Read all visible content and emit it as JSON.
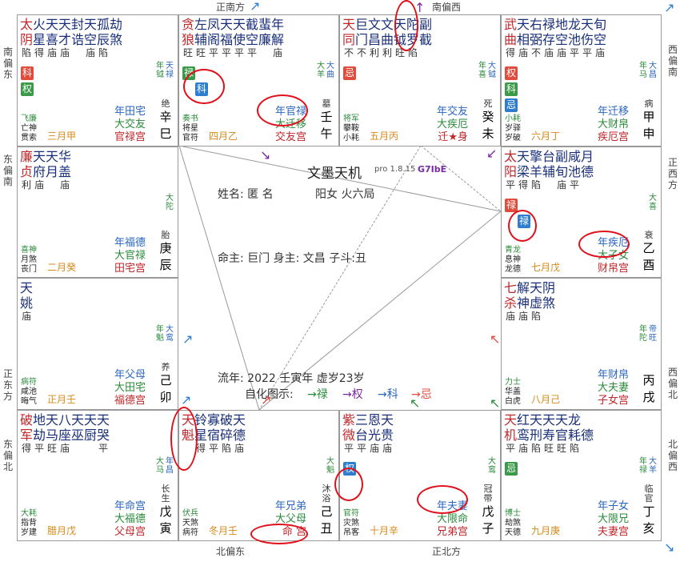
{
  "app": {
    "title": "文墨天机",
    "version": "pro 1.8.15",
    "code": "G7IbE"
  },
  "directions": {
    "top_left": "正南方",
    "top_right": "南偏西",
    "left_top": "南偏东",
    "left_upper": "东偏南",
    "left_mid": "正东方",
    "left_low": "东偏北",
    "right_top": "西偏南",
    "right_upper": "正西方",
    "right_mid": "西偏北",
    "right_low": "北偏西",
    "bottom_left": "北偏东",
    "bottom_right": "正北方"
  },
  "center": {
    "name": "姓名: 匿 名",
    "gender": "阳女 火六局",
    "life": "命主: 巨门 身主: 文昌 子斗:丑",
    "flow_year": "流年: 2022 壬寅年  虚岁23岁",
    "legend_label": "自化图示:",
    "legend_lu": "→禄",
    "legend_quan": "→权",
    "legend_ke": "→科",
    "legend_ji": "→忌"
  },
  "palaces": [
    {
      "id": "si",
      "rows": [
        [
          "太",
          "火",
          "天",
          "天",
          "封",
          "天",
          "孤",
          "劫"
        ],
        [
          "阴",
          "星",
          "喜",
          "才",
          "诰",
          "空",
          "辰",
          "煞"
        ],
        [
          "陷",
          "得",
          "庙",
          "庙",
          "",
          "庙",
          "陷",
          ""
        ]
      ],
      "red_cols": [
        0
      ],
      "small_side": [
        "年",
        "钺"
      ],
      "small_side2": [
        "天",
        "禄"
      ],
      "bl": [
        "飞廉",
        "亡神",
        "贯索"
      ],
      "age": "三月甲",
      "br": [
        "年田宅",
        "大交友",
        "官禄宫"
      ],
      "stem": [
        "绝",
        "辛",
        "巳"
      ],
      "badges": [
        [
          "科",
          "red"
        ],
        [
          "权",
          "green"
        ]
      ]
    },
    {
      "id": "wu",
      "rows": [
        [
          "贪",
          "左",
          "凤",
          "天",
          "天",
          "截",
          "蜚",
          "年"
        ],
        [
          "狼",
          "辅",
          "阁",
          "福",
          "使",
          "空",
          "廉",
          "解"
        ],
        [
          "旺",
          "旺",
          "平",
          "平",
          "平",
          "平",
          "",
          "庙"
        ]
      ],
      "red_cols": [
        0
      ],
      "small_side": [
        "大",
        "羊"
      ],
      "small_side2": [
        "大",
        "曲"
      ],
      "bl": [
        "奏书",
        "将星",
        "官符"
      ],
      "age": "四月乙",
      "br": [
        "年官禄",
        "大迁移",
        "交友宫"
      ],
      "stem": [
        "墓",
        "壬",
        "午"
      ],
      "badges": [
        [
          "禄",
          "green"
        ],
        [
          "科",
          "blue"
        ]
      ]
    },
    {
      "id": "wei",
      "rows": [
        [
          "天",
          "巨",
          "文",
          "文",
          "天",
          "陀",
          "副",
          ""
        ],
        [
          "同",
          "门",
          "昌",
          "曲",
          "钺",
          "罗",
          "截",
          ""
        ],
        [
          "不",
          "不",
          "利",
          "利",
          "旺",
          "陷",
          "",
          ""
        ]
      ],
      "red_cols": [
        0
      ],
      "small_side": [
        "年",
        "喜"
      ],
      "small_side2": [
        "大",
        "钺"
      ],
      "bl": [
        "将军",
        "攀鞍",
        "小耗"
      ],
      "age": "五月丙",
      "br": [
        "年交友",
        "大疾厄",
        "迁★身"
      ],
      "stem": [
        "死",
        "癸",
        "未"
      ],
      "badges": [
        [
          "忌",
          "red"
        ]
      ]
    },
    {
      "id": "shen",
      "rows": [
        [
          "武",
          "天",
          "右",
          "禄",
          "地",
          "龙",
          "天",
          "旬"
        ],
        [
          "曲",
          "相",
          "弼",
          "存",
          "空",
          "池",
          "伤",
          "空"
        ],
        [
          "得",
          "庙",
          "不",
          "庙",
          "庙",
          "平",
          "平",
          "庙"
        ]
      ],
      "red_cols": [
        0
      ],
      "small_side": [
        "年",
        "马"
      ],
      "small_side2": [
        "大",
        "昌"
      ],
      "bl": [
        "小耗",
        "岁驿",
        "岁破"
      ],
      "age": "六月丁",
      "br": [
        "年迁移",
        "大财帛",
        "疾厄宫"
      ],
      "stem": [
        "病",
        "甲",
        "申"
      ],
      "badges": [
        [
          "权",
          "red"
        ],
        [
          "科",
          "green"
        ],
        [
          "忌",
          "blue"
        ]
      ]
    },
    {
      "id": "chen",
      "rows": [
        [
          "廉",
          "天",
          "天",
          "华"
        ],
        [
          "贞",
          "府",
          "月",
          "盖"
        ],
        [
          "利",
          "庙",
          "",
          "庙"
        ]
      ],
      "red_cols": [
        0
      ],
      "small_side": [
        "大",
        "陀"
      ],
      "small_side2": [],
      "bl": [
        "喜神",
        "月煞",
        "丧门"
      ],
      "age": "二月癸",
      "br": [
        "年福德",
        "大官禄",
        "田宅宫"
      ],
      "stem": [
        "胎",
        "庚",
        "辰"
      ],
      "badges": []
    },
    {
      "id": "you",
      "rows": [
        [
          "太",
          "天",
          "擎",
          "台",
          "副",
          "咸",
          "月"
        ],
        [
          "阳",
          "梁",
          "羊",
          "辅",
          "旬",
          "池",
          "德"
        ],
        [
          "平",
          "得",
          "陷",
          "",
          "庙",
          "平",
          ""
        ]
      ],
      "red_cols": [
        0
      ],
      "small_side": [
        "大",
        "喜"
      ],
      "small_side2": [],
      "bl": [
        "青龙",
        "息神",
        "龙德"
      ],
      "age": "七月戊",
      "br": [
        "年疾厄",
        "大子女",
        "财帛宫"
      ],
      "stem": [
        "衰",
        "乙",
        "酉"
      ],
      "badges": [
        [
          "禄",
          "red"
        ],
        [
          "禄",
          "blue"
        ]
      ]
    },
    {
      "id": "mao",
      "rows": [
        [
          "天"
        ],
        [
          "姚"
        ],
        [
          "庙"
        ]
      ],
      "red_cols": [],
      "small_side": [
        "年",
        "魁"
      ],
      "small_side2": [
        "大",
        "鸾"
      ],
      "bl": [
        "病符",
        "咸池",
        "晦气"
      ],
      "age": "正月壬",
      "br": [
        "年父母",
        "大田宅",
        "福德宫"
      ],
      "stem": [
        "养",
        "己",
        "卯"
      ],
      "badges": []
    },
    {
      "id": "xu",
      "rows": [
        [
          "七",
          "解",
          "天",
          "阴"
        ],
        [
          "杀",
          "神",
          "虚",
          "煞"
        ],
        [
          "庙",
          "庙",
          "陷",
          ""
        ]
      ],
      "red_cols": [
        0
      ],
      "small_side": [
        "年",
        "陀"
      ],
      "small_side2": [
        "帝",
        "旺"
      ],
      "bl": [
        "力士",
        "华盖",
        "白虎"
      ],
      "age": "八月己",
      "br": [
        "年财帛",
        "大夫妻",
        "子女宫"
      ],
      "stem": [
        "",
        "丙",
        "戌"
      ],
      "badges": []
    },
    {
      "id": "yin",
      "rows": [
        [
          "破",
          "地",
          "天",
          "八",
          "天",
          "天",
          "天"
        ],
        [
          "军",
          "劫",
          "马",
          "座",
          "巫",
          "厨",
          "哭"
        ],
        [
          "得",
          "平",
          "旺",
          "庙",
          "",
          "",
          "平"
        ]
      ],
      "red_cols": [
        0
      ],
      "small_side": [
        "大",
        "马"
      ],
      "small_side2": [
        "年",
        "昌"
      ],
      "bl": [
        "大耗",
        "指背",
        "岁建"
      ],
      "age": "腊月戊",
      "br": [
        "年命宫",
        "大福德",
        "父母宫"
      ],
      "stem": [
        "长生",
        "戊",
        "寅"
      ],
      "badges": []
    },
    {
      "id": "chou",
      "rows": [
        [
          "天",
          "铃",
          "寡",
          "破",
          "天"
        ],
        [
          "魁",
          "星",
          "宿",
          "碎",
          "德"
        ],
        [
          "",
          "得",
          "平",
          "陷",
          "庙"
        ]
      ],
      "red_cols": [
        0
      ],
      "small_side": [
        "大",
        "魁"
      ],
      "small_side2": [],
      "bl": [
        "伏兵",
        "天煞",
        "病符"
      ],
      "age": "冬月壬",
      "br": [
        "年兄弟",
        "大父母",
        "命 宫"
      ],
      "stem": [
        "沐浴",
        "己",
        "丑"
      ],
      "badges": []
    },
    {
      "id": "zi",
      "rows": [
        [
          "紫",
          "三",
          "恩",
          "天"
        ],
        [
          "微",
          "台",
          "光",
          "贵"
        ],
        [
          "平",
          "平",
          "庙",
          "庙"
        ]
      ],
      "red_cols": [
        0
      ],
      "small_side": [
        "大",
        "鸾"
      ],
      "small_side2": [],
      "bl": [
        "官符",
        "灾煞",
        "吊客"
      ],
      "age": "十月辛",
      "br": [
        "年夫妻",
        "大限命",
        "兄弟宫"
      ],
      "stem": [
        "冠带",
        "戊",
        "子"
      ],
      "badges": [
        [
          "权",
          "blue"
        ]
      ]
    },
    {
      "id": "hai",
      "rows": [
        [
          "天",
          "红",
          "天",
          "天",
          "天",
          "龙"
        ],
        [
          "机",
          "鸾",
          "刑",
          "寿",
          "官",
          "耗",
          "德"
        ],
        [
          "平",
          "庙",
          "陷",
          "旺",
          "旺",
          "陷",
          ""
        ]
      ],
      "red_cols": [
        0
      ],
      "small_side": [
        "年",
        "禄"
      ],
      "small_side2": [
        "大",
        "羊"
      ],
      "bl": [
        "博士",
        "劫煞",
        "天德"
      ],
      "age": "九月庚",
      "br": [
        "年子女",
        "大限兄",
        "夫妻宫"
      ],
      "stem": [
        "临官",
        "丁",
        "亥"
      ],
      "badges": [
        [
          "忌",
          "green"
        ]
      ]
    }
  ]
}
